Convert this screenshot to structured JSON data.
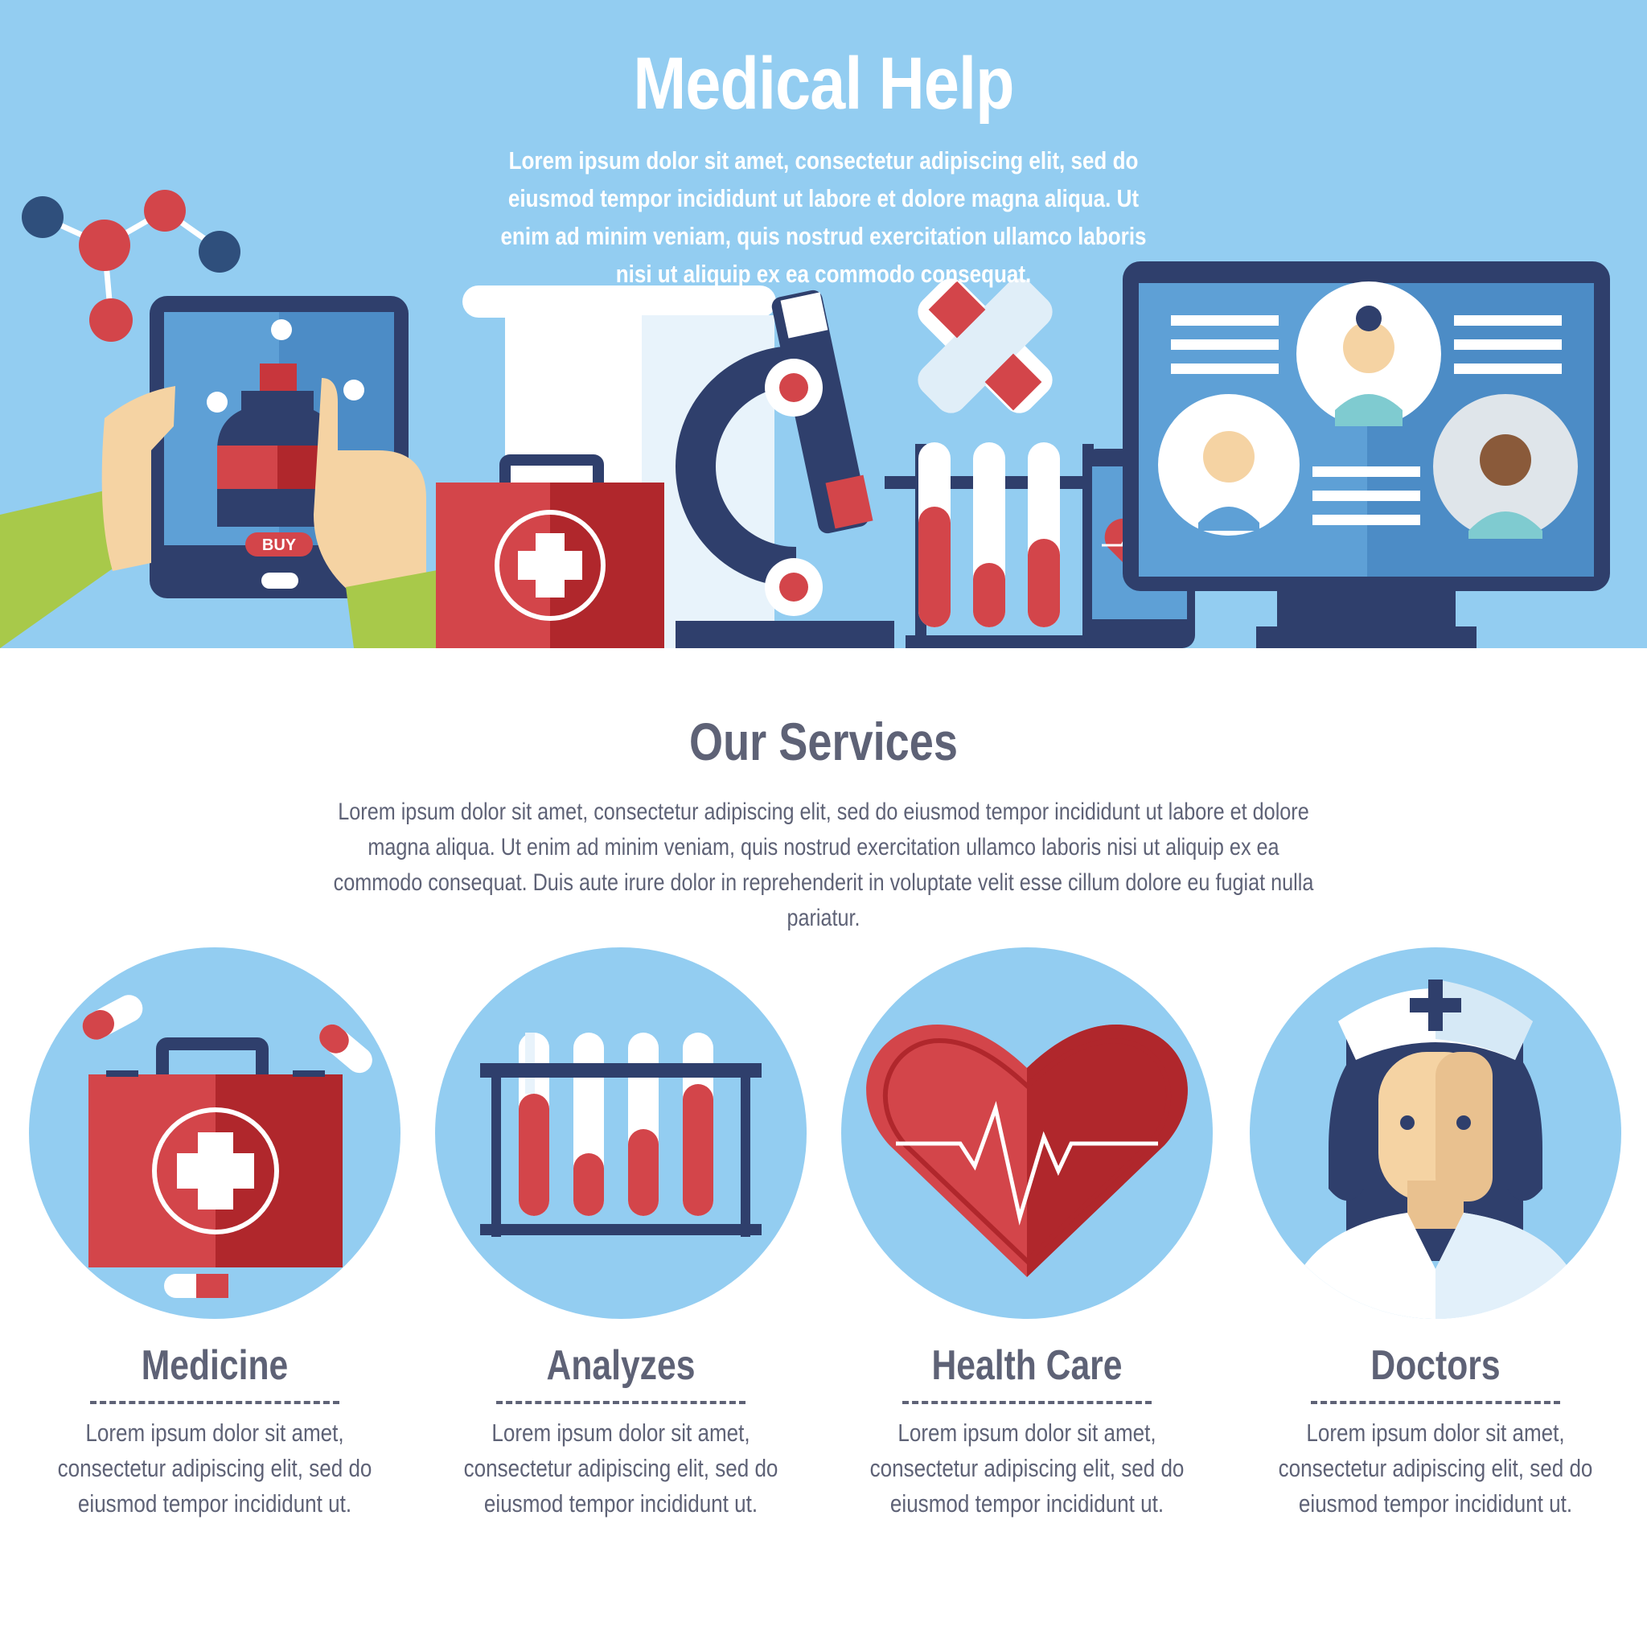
{
  "hero": {
    "title": "Medical Help",
    "text": "Lorem ipsum dolor sit amet, consectetur adipiscing elit, sed do eiusmod tempor incididunt ut labore et dolore magna aliqua. Ut enim ad minim veniam, quis nostrud exercitation ullamco laboris nisi ut aliquip ex ea commodo consequat.",
    "buy_label": "BUY"
  },
  "services": {
    "title": "Our Services",
    "text": "Lorem ipsum dolor sit amet, consectetur adipiscing elit, sed do eiusmod tempor incididunt ut labore et dolore magna aliqua. Ut enim ad minim veniam, quis nostrud exercitation ullamco laboris nisi ut aliquip ex ea commodo consequat. Duis aute irure dolor in reprehenderit in voluptate velit esse cillum dolore eu fugiat nulla pariatur.",
    "items": [
      {
        "title": "Medicine",
        "icon": "first-aid-kit-icon",
        "text": "Lorem ipsum dolor sit amet, consectetur adipiscing elit, sed do eiusmod tempor incididunt ut."
      },
      {
        "title": "Analyzes",
        "icon": "test-tubes-icon",
        "text": "Lorem ipsum dolor sit amet, consectetur adipiscing elit, sed do eiusmod tempor incididunt ut."
      },
      {
        "title": "Health Care",
        "icon": "heart-pulse-icon",
        "text": "Lorem ipsum dolor sit amet, consectetur adipiscing elit, sed do eiusmod tempor incididunt ut."
      },
      {
        "title": "Doctors",
        "icon": "nurse-icon",
        "text": "Lorem ipsum dolor sit amet, consectetur adipiscing elit, sed do eiusmod tempor incididunt ut."
      }
    ]
  },
  "colors": {
    "sky": "#93cdf1",
    "navy": "#2f3f6c",
    "red": "#d3454a",
    "dark_red": "#b0272c",
    "text_gray": "#5e6276",
    "green": "#a8c94a"
  }
}
